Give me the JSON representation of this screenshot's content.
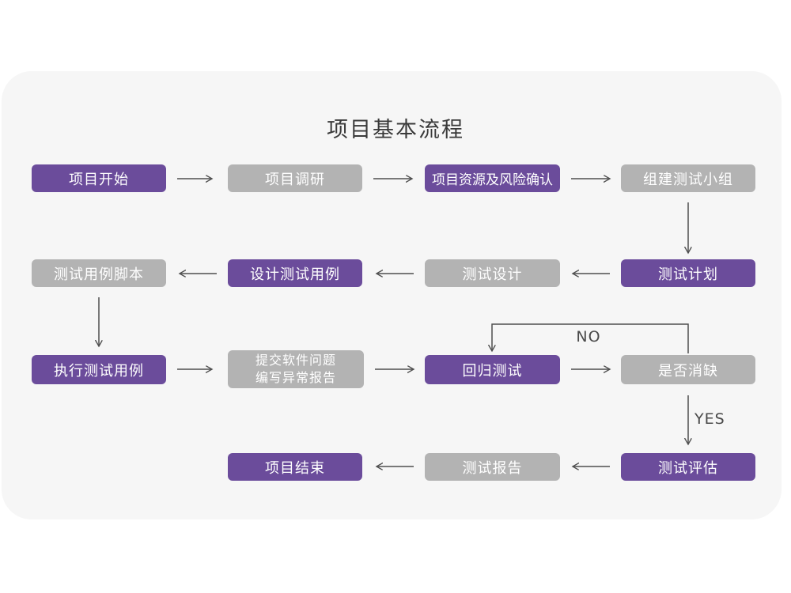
{
  "title": "项目基本流程",
  "colors": {
    "accent_purple": "#6b4c9b",
    "node_gray": "#b3b3b3",
    "card_background": "#f6f6f6",
    "arrow": "#4f4f4f",
    "node_text": "#ffffff",
    "title_text": "#3a3a3a"
  },
  "edge_labels": {
    "no": "NO",
    "yes": "YES"
  },
  "nodes": [
    {
      "id": "project-start",
      "label": "项目开始",
      "variant": "purple"
    },
    {
      "id": "project-research",
      "label": "项目调研",
      "variant": "gray"
    },
    {
      "id": "resources-and-risk",
      "label": "项目资源及风险确认",
      "variant": "purple"
    },
    {
      "id": "build-test-team",
      "label": "组建测试小组",
      "variant": "gray"
    },
    {
      "id": "test-plan",
      "label": "测试计划",
      "variant": "purple"
    },
    {
      "id": "test-design",
      "label": "测试设计",
      "variant": "gray"
    },
    {
      "id": "design-test-cases",
      "label": "设计测试用例",
      "variant": "purple"
    },
    {
      "id": "test-case-script",
      "label": "测试用例脚本",
      "variant": "gray"
    },
    {
      "id": "execute-test-cases",
      "label": "执行测试用例",
      "variant": "purple"
    },
    {
      "id": "submit-issue-report",
      "label_line1": "提交软件问题",
      "label_line2": "编写异常报告",
      "variant": "gray"
    },
    {
      "id": "regression-test",
      "label": "回归测试",
      "variant": "purple"
    },
    {
      "id": "defect-cleared",
      "label": "是否消缺",
      "variant": "gray"
    },
    {
      "id": "test-evaluation",
      "label": "测试评估",
      "variant": "purple"
    },
    {
      "id": "test-report",
      "label": "测试报告",
      "variant": "gray"
    },
    {
      "id": "project-end",
      "label": "项目结束",
      "variant": "purple"
    }
  ]
}
